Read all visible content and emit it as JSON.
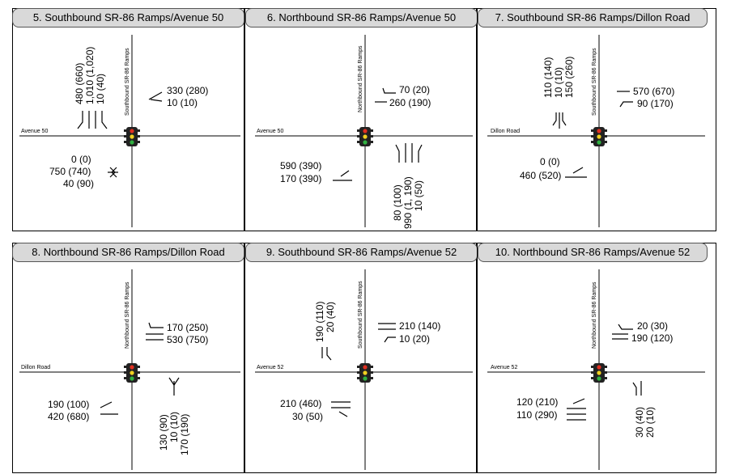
{
  "panels": [
    {
      "title": "5. Southbound SR-86 Ramps/Avenue 50",
      "ew_street": "Avenue 50",
      "ns_street": "Southbound SR-86 Ramps",
      "volumes": {
        "sb": [
          "480 (660)",
          "1,010 (1,020)",
          "10 (40)"
        ],
        "wb": [
          "330 (280)",
          "10 (10)"
        ],
        "eb": [
          "0 (0)",
          "750 (740)",
          "40 (90)"
        ]
      }
    },
    {
      "title": "6. Northbound SR-86 Ramps/Avenue 50",
      "ew_street": "Avenue 50",
      "ns_street": "Northbound SR-86 Ramps",
      "volumes": {
        "wb": [
          "70 (20)",
          "260 (190)"
        ],
        "eb": [
          "590 (390)",
          "170 (390)"
        ],
        "nb": [
          "80 (100)",
          "990 (1, 190)",
          "10 (50)"
        ]
      }
    },
    {
      "title": "7. Southbound SR-86 Ramps/Dillon Road",
      "ew_street": "Dillon Road",
      "ns_street": "Southbound SR-86 Ramps",
      "volumes": {
        "sb": [
          "110 (140)",
          "10 (10)",
          "150 (260)"
        ],
        "wb": [
          "570 (670)",
          "90 (170)"
        ],
        "eb": [
          "0 (0)",
          "460 (520)"
        ]
      }
    },
    {
      "title": "8. Northbound SR-86 Ramps/Dillon Road",
      "ew_street": "Dillon Road",
      "ns_street": "Northbound SR-86 Ramps",
      "volumes": {
        "wb": [
          "170 (250)",
          "530 (750)"
        ],
        "eb": [
          "190 (100)",
          "420 (680)"
        ],
        "nb": [
          "130 (90)",
          "10 (10)",
          "170 (190)"
        ]
      }
    },
    {
      "title": "9. Southbound SR-86 Ramps/Avenue 52",
      "ew_street": "Avenue 52",
      "ns_street": "Southbound SR-86 Ramps",
      "volumes": {
        "sb": [
          "190 (110)",
          "20 (40)"
        ],
        "wb": [
          "210 (140)",
          "10 (20)"
        ],
        "eb": [
          "210 (460)",
          "30 (50)"
        ]
      }
    },
    {
      "title": "10. Northbound SR-86 Ramps/Avenue 52",
      "ew_street": "Avenue 52",
      "ns_street": "Northbound SR-86 Ramps",
      "volumes": {
        "wb": [
          "20 (30)",
          "190 (120)"
        ],
        "eb": [
          "120 (210)",
          "110 (290)"
        ],
        "nb": [
          "30 (40)",
          "20 (10)"
        ]
      }
    }
  ],
  "colors": {
    "title_bg": "#d9d9d9",
    "signal_body": "#222222",
    "signal_red": "#e03020",
    "signal_yellow": "#f0d020",
    "signal_green": "#30b040"
  }
}
